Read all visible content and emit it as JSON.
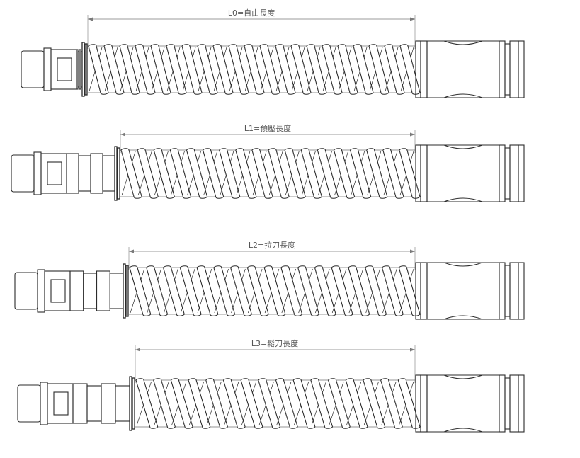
{
  "diagram": {
    "line_color": "#2b2b2b",
    "dimension_color": "#7a7a7a",
    "background": "#ffffff",
    "assemblies": [
      {
        "label": "L0=自由長度"
      },
      {
        "label": "L1=預壓長度"
      },
      {
        "label": "L2=拉刀長度"
      },
      {
        "label": "L3=鬆刀長度"
      }
    ]
  }
}
